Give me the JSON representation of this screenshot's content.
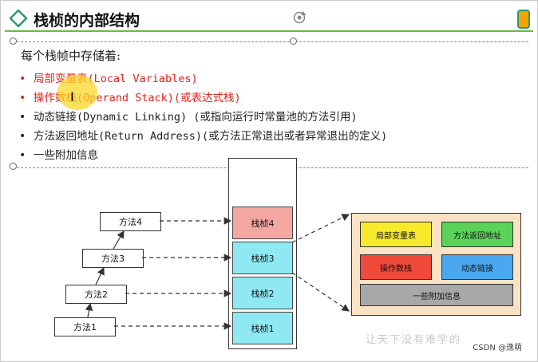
{
  "slide": {
    "title": "栈桢的内部结构",
    "intro": "每个栈帧中存储着:",
    "bullets": [
      {
        "marker": "•",
        "text": "局部变量表(Local Variables)"
      },
      {
        "marker": "•",
        "text": "操作数栈(Operand Stack)(或表达式栈)"
      },
      {
        "marker": "•",
        "text": "动态链接(Dynamic Linking) (或指向运行时常量池的方法引用)"
      },
      {
        "marker": "•",
        "text": "方法返回地址(Return Address)(或方法正常退出或者异常退出的定义)"
      },
      {
        "marker": "•",
        "text": "一些附加信息"
      }
    ]
  },
  "diagram": {
    "methods": [
      "方法4",
      "方法3",
      "方法2",
      "方法1"
    ],
    "frames": [
      {
        "label": "栈桢4",
        "color": "#f4a6a0"
      },
      {
        "label": "栈桢3",
        "color": "#8fe9f2"
      },
      {
        "label": "栈桢2",
        "color": "#8fe9f2"
      },
      {
        "label": "栈桢1",
        "color": "#8fe9f2"
      }
    ],
    "detail_cells": [
      {
        "label": "局部变量表",
        "color": "#f7ea2a"
      },
      {
        "label": "方法返回地址",
        "color": "#5bd35b"
      },
      {
        "label": "操作数栈",
        "color": "#f04a3a"
      },
      {
        "label": "动态链接",
        "color": "#4aa8f0"
      },
      {
        "label": "一些附加信息",
        "color": "#a8a8a8"
      }
    ]
  },
  "watermark": "让天下没有难学的",
  "credit": "CSDN @逸萌",
  "colors": {
    "accent_line": "#66bb44",
    "bullet_highlight": "#e2231a"
  }
}
